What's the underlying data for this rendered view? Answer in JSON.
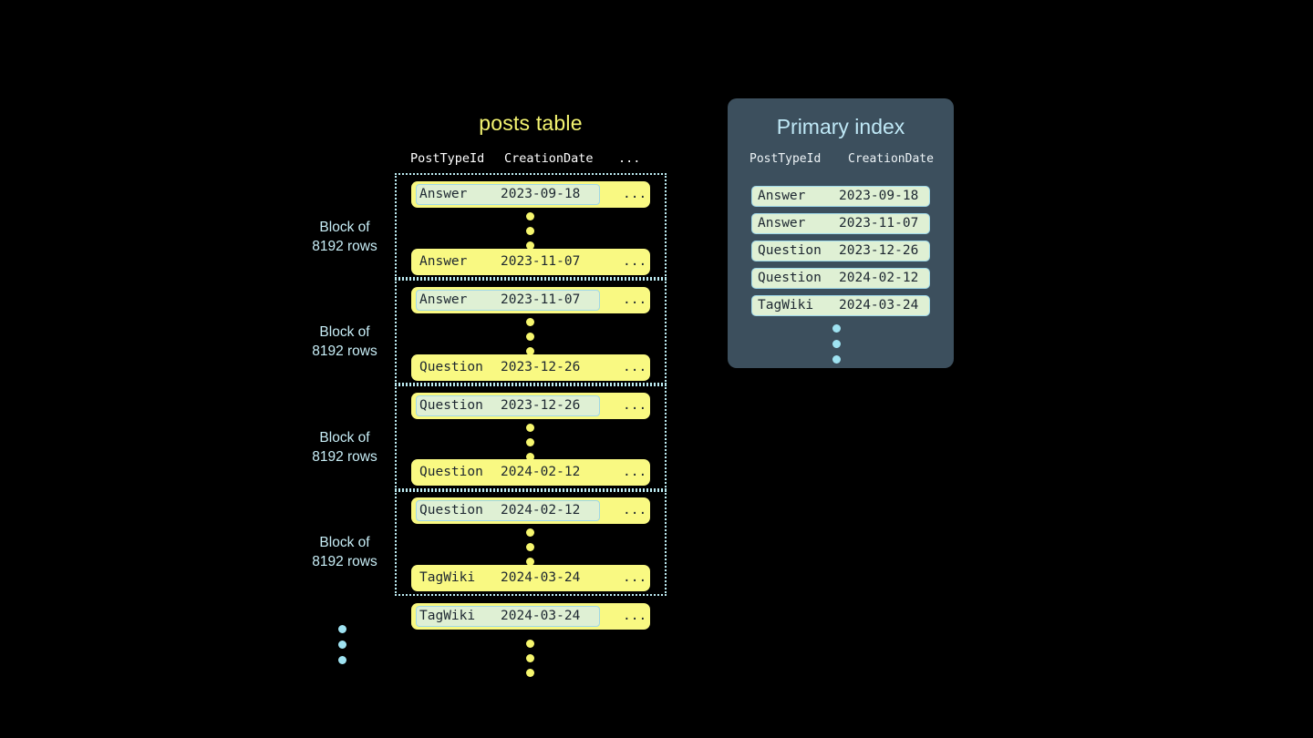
{
  "posts_table": {
    "title": "posts table",
    "columns": [
      "PostTypeId",
      "CreationDate",
      "..."
    ],
    "blocks": [
      {
        "label_line1": "Block of",
        "label_line2": "8192 rows",
        "first_row": {
          "post_type_id": "Answer",
          "creation_date": "2023-09-18",
          "more": "...",
          "highlighted": true
        },
        "last_row": {
          "post_type_id": "Answer",
          "creation_date": "2023-11-07",
          "more": "...",
          "highlighted": false
        }
      },
      {
        "label_line1": "Block of",
        "label_line2": "8192 rows",
        "first_row": {
          "post_type_id": "Answer",
          "creation_date": "2023-11-07",
          "more": "...",
          "highlighted": true
        },
        "last_row": {
          "post_type_id": "Question",
          "creation_date": "2023-12-26",
          "more": "...",
          "highlighted": false
        }
      },
      {
        "label_line1": "Block of",
        "label_line2": "8192 rows",
        "first_row": {
          "post_type_id": "Question",
          "creation_date": "2023-12-26",
          "more": "...",
          "highlighted": true
        },
        "last_row": {
          "post_type_id": "Question",
          "creation_date": "2024-02-12",
          "more": "...",
          "highlighted": false
        }
      },
      {
        "label_line1": "Block of",
        "label_line2": "8192 rows",
        "first_row": {
          "post_type_id": "Question",
          "creation_date": "2024-02-12",
          "more": "...",
          "highlighted": true
        },
        "last_row": {
          "post_type_id": "TagWiki",
          "creation_date": "2024-03-24",
          "more": "...",
          "highlighted": false
        }
      }
    ],
    "trailing_row": {
      "post_type_id": "TagWiki",
      "creation_date": "2024-03-24",
      "more": "...",
      "highlighted": true
    }
  },
  "primary_index": {
    "title": "Primary index",
    "columns": [
      "PostTypeId",
      "CreationDate"
    ],
    "entries": [
      {
        "post_type_id": "Answer",
        "creation_date": "2023-09-18"
      },
      {
        "post_type_id": "Answer",
        "creation_date": "2023-11-07"
      },
      {
        "post_type_id": "Question",
        "creation_date": "2023-12-26"
      },
      {
        "post_type_id": "Question",
        "creation_date": "2024-02-12"
      },
      {
        "post_type_id": "TagWiki",
        "creation_date": "2024-03-24"
      }
    ]
  },
  "colors": {
    "background": "#000000",
    "row_yellow": "#f9f982",
    "highlight_green": "#dff0d4",
    "highlight_border": "#9fd8e8",
    "index_panel": "#3c4f5d",
    "accent_cyan": "#bfe8f6",
    "title_yellow": "#f4f471",
    "dot_yellow": "#f6f66e",
    "dot_cyan": "#9fe3f2"
  }
}
